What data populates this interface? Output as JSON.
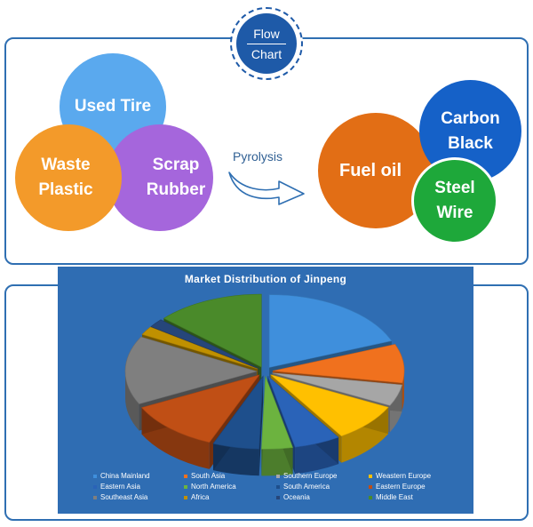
{
  "badge": {
    "line1": "Flow",
    "line2": "Chart"
  },
  "flow": {
    "inputs": [
      {
        "id": "used-tire",
        "line1": "Used Tire",
        "line2": "",
        "color": "#5aa9ee"
      },
      {
        "id": "waste-plastic",
        "line1": "Waste",
        "line2": "Plastic",
        "color": "#f39a2a"
      },
      {
        "id": "scrap-rubber",
        "line1": "Scrap",
        "line2": "Rubber",
        "color": "#a566dc"
      }
    ],
    "process": "Pyrolysis",
    "outputs": [
      {
        "id": "fuel-oil",
        "line1": "Fuel oil",
        "line2": "",
        "color": "#e26e15"
      },
      {
        "id": "carbon-black",
        "line1": "Carbon",
        "line2": "Black",
        "color": "#1561c8"
      },
      {
        "id": "steel-wire",
        "line1": "Steel",
        "line2": "Wire",
        "color": "#1ea83a"
      }
    ]
  },
  "chart_data": {
    "type": "pie",
    "title": "Market Distribution of Jinpeng",
    "legend_position": "bottom",
    "series": [
      {
        "name": "China Mainland",
        "value": 20,
        "color": "#3f8fdc"
      },
      {
        "name": "South Asia",
        "value": 9,
        "color": "#f0711e"
      },
      {
        "name": "Southern Europe",
        "value": 5,
        "color": "#a6a6a6"
      },
      {
        "name": "Weastern Europe",
        "value": 9,
        "color": "#ffc000"
      },
      {
        "name": "Eastern Asia",
        "value": 6,
        "color": "#2a63b8"
      },
      {
        "name": "North America",
        "value": 4,
        "color": "#6cb33f"
      },
      {
        "name": "South America",
        "value": 6,
        "color": "#1e4f8c"
      },
      {
        "name": "Eastern Europe",
        "value": 12,
        "color": "#c04f15"
      },
      {
        "name": "Southeast Asia",
        "value": 16,
        "color": "#7f7f7f"
      },
      {
        "name": "Africa",
        "value": 2,
        "color": "#c09000"
      },
      {
        "name": "Oceania",
        "value": 2,
        "color": "#26467a"
      },
      {
        "name": "Middle East",
        "value": 14,
        "color": "#4a8a2a"
      }
    ]
  }
}
